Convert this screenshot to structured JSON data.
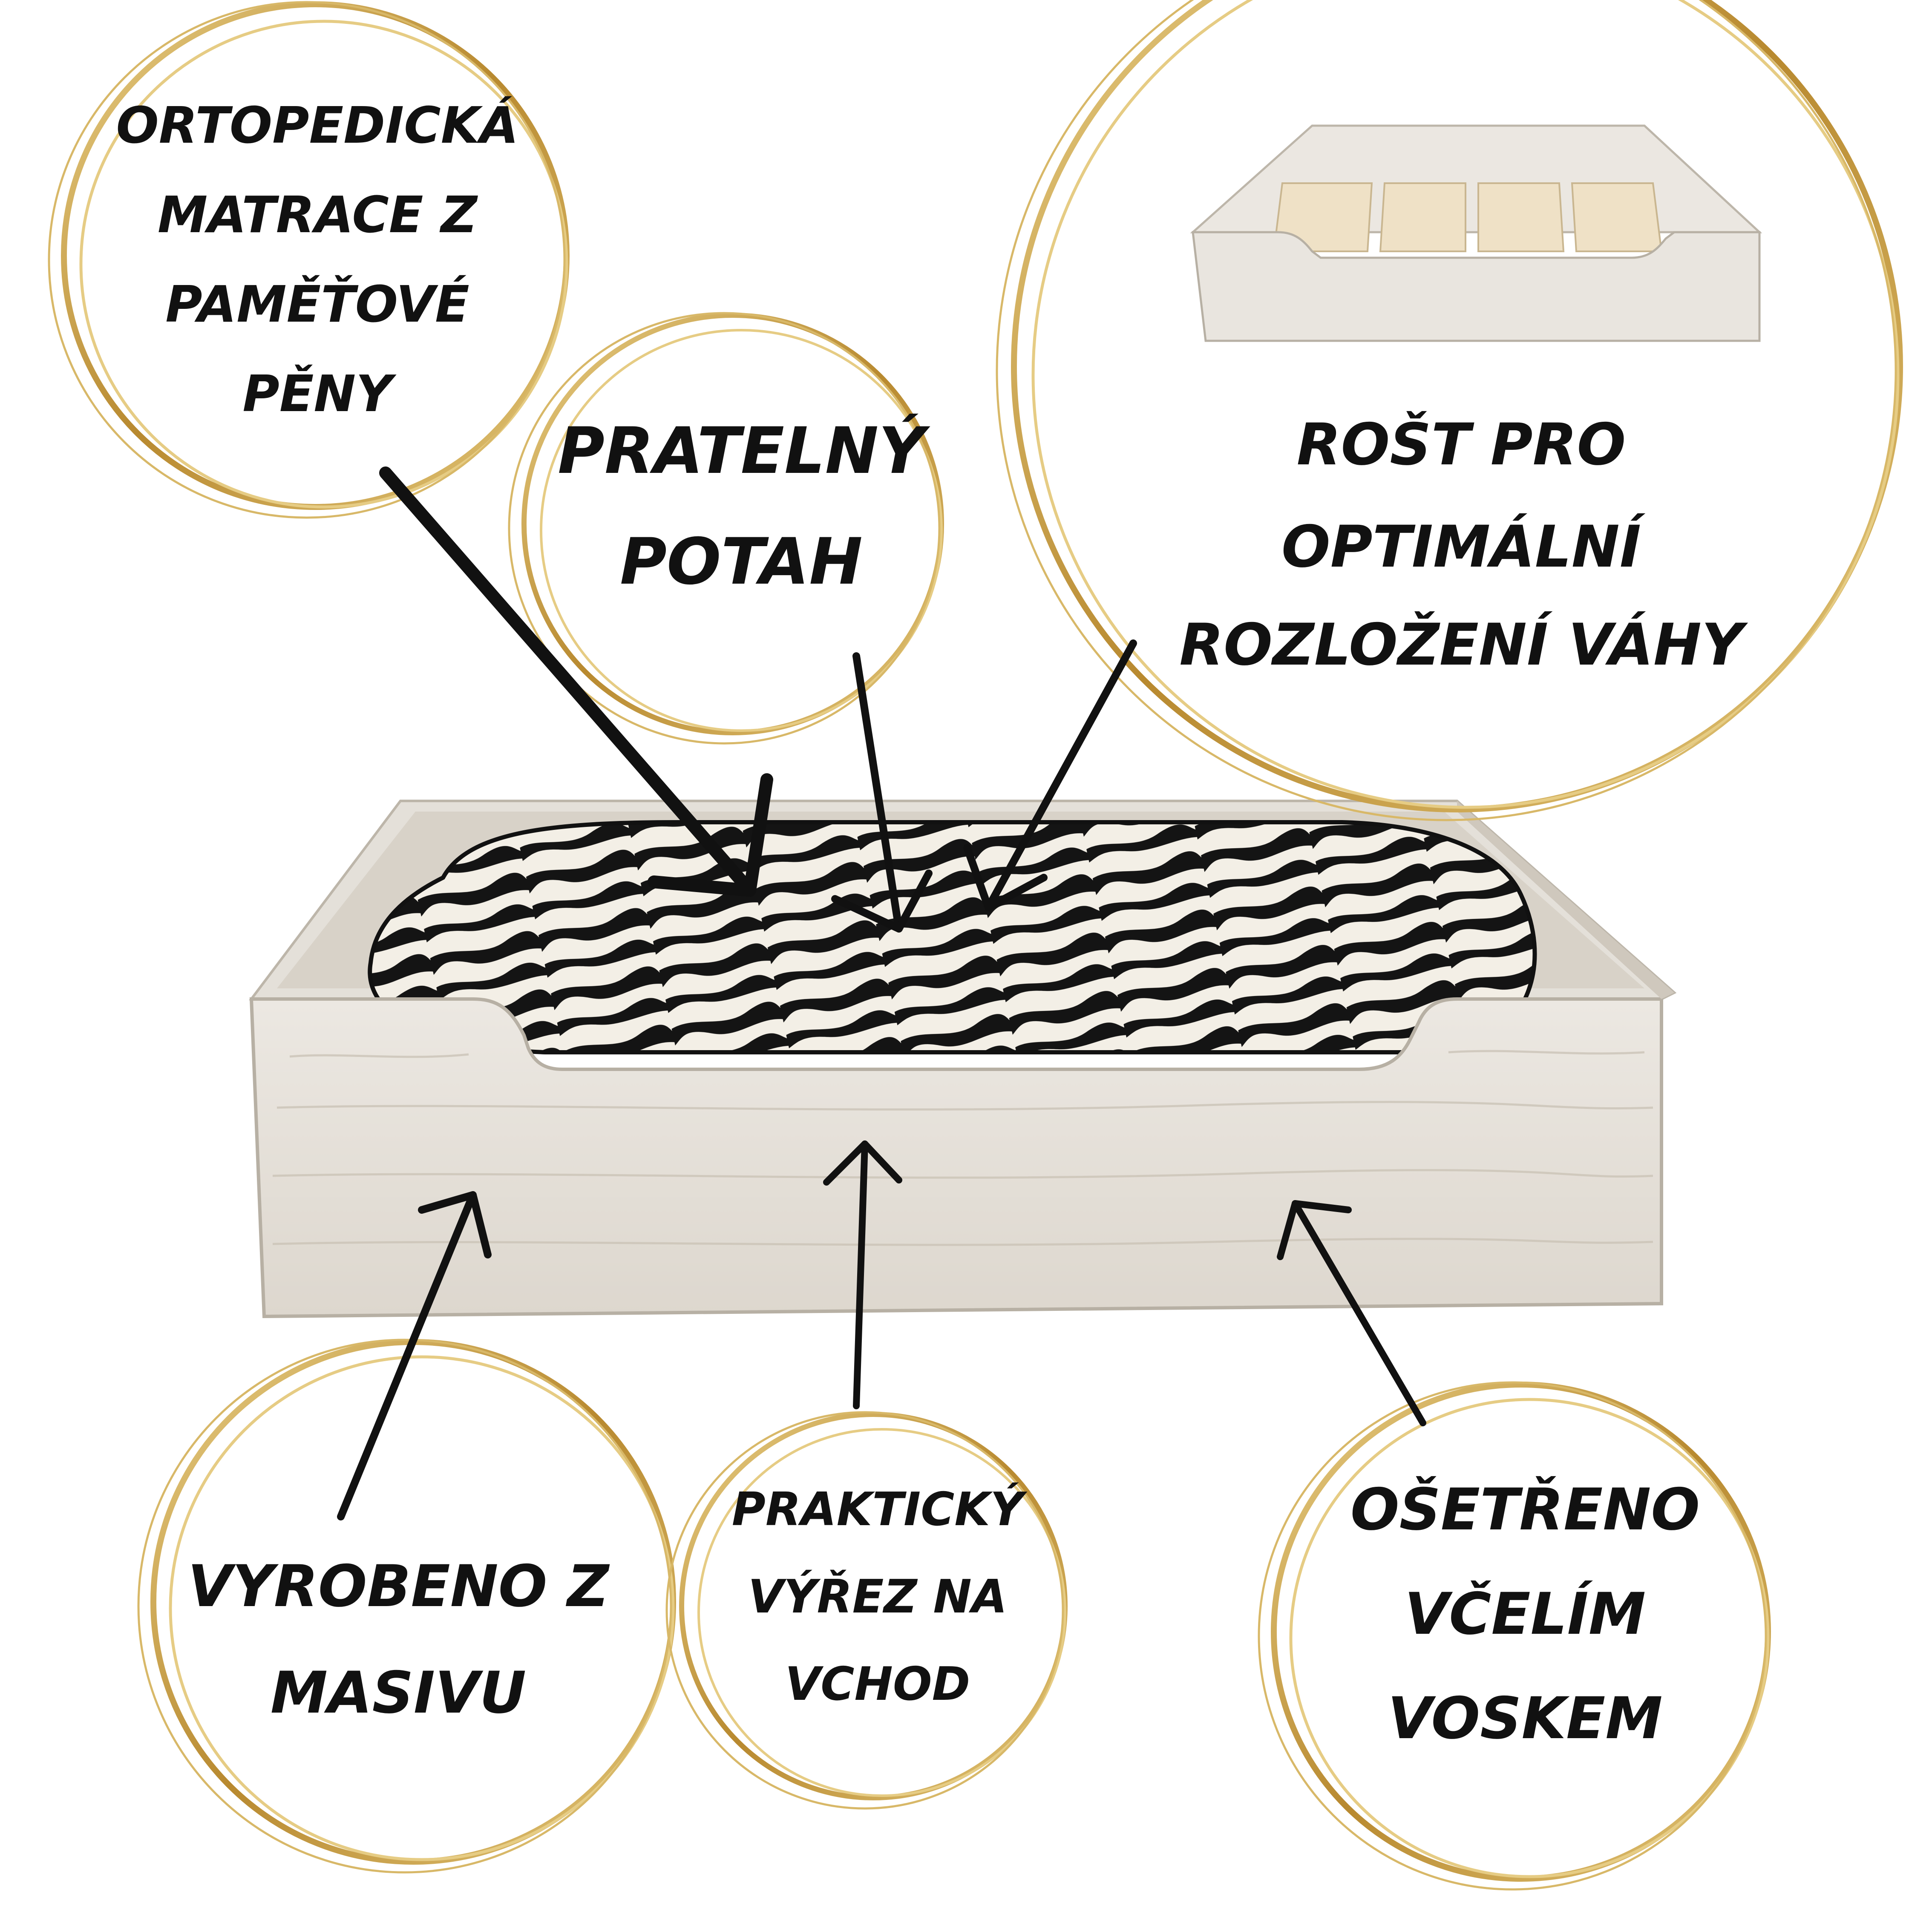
{
  "colors": {
    "gold_ring": "#c9a24a",
    "gold_ring_light": "#e6cc84",
    "ink": "#111111",
    "wood": "#e9e5df",
    "wood_shadow": "#cfc9c0",
    "slats": "#efe1c6",
    "zebra_dark": "#141414",
    "zebra_light": "#f3efe6"
  },
  "callouts": {
    "mattress": {
      "lines": [
        "ORTOPEDICKÁ",
        "MATRACE Z",
        "PAMĚŤOVÉ",
        "PĚNY"
      ]
    },
    "cover": {
      "lines": [
        "PRATELNÝ",
        "POTAH"
      ]
    },
    "slats": {
      "lines": [
        "ROŠT PRO",
        "OPTIMÁLNÍ",
        "ROZLOŽENÍ VÁHY"
      ]
    },
    "solid_wood": {
      "lines": [
        "VYROBENO Z",
        "MASIVU"
      ]
    },
    "cutout": {
      "lines": [
        "PRAKTICKÝ",
        "VÝŘEZ NA",
        "VCHOD"
      ]
    },
    "beeswax": {
      "lines": [
        "OŠETŘENO",
        "VČELÍM",
        "VOSKEM"
      ]
    }
  }
}
